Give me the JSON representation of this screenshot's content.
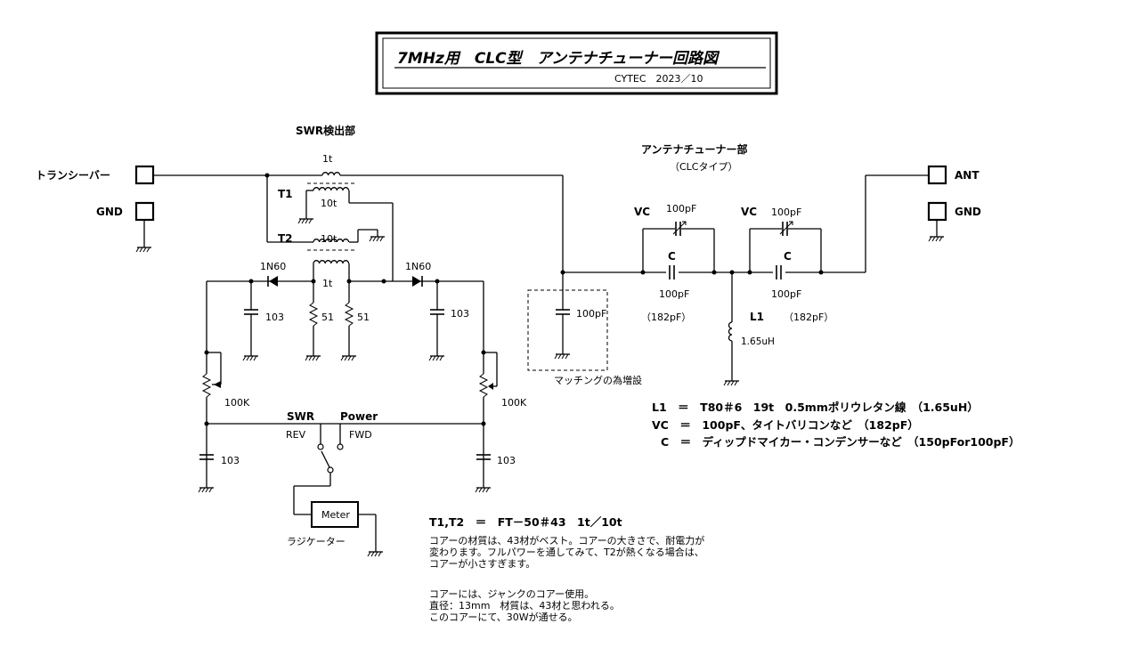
{
  "title": {
    "main": "7MHz用　CLC型　アンテナチューナー回路図",
    "author": "CYTEC　2023／10"
  },
  "sections": {
    "swr": "SWR検出部",
    "tuner": "アンテナチューナー部",
    "tuner_type": "（CLCタイプ）"
  },
  "terminals": {
    "transceiver": "トランシーバー",
    "gnd_left": "GND",
    "ant": "ANT",
    "gnd_right": "GND"
  },
  "swr_parts": {
    "t1": "T1",
    "t2": "T2",
    "turns_1t_top": "1t",
    "turns_10t_t1": "10t",
    "turns_10t_t2": "10t",
    "turns_1t_bottom": "1t",
    "diode_left": "1N60",
    "diode_right": "1N60",
    "cap_103_left": "103",
    "res_51_left": "51",
    "res_51_right": "51",
    "cap_103_right": "103",
    "pot_left": "100K",
    "pot_right": "100K",
    "cap_103_bl": "103",
    "cap_103_br": "103",
    "swr_switch": "SWR",
    "power_switch": "Power",
    "rev": "REV",
    "fwd": "FWD",
    "meter": "Meter",
    "radio_gauge": "ラジケーター"
  },
  "tuner_parts": {
    "vc1": "VC",
    "vc1_value": "100pF",
    "c1": "C",
    "c1_value": "100pF",
    "c1_total": "（182pF）",
    "vc2": "VC",
    "vc2_value": "100pF",
    "c2": "C",
    "c2_value": "100pF",
    "c2_total": "（182pF）",
    "l1": "L1",
    "l1_value": "1.65uH",
    "matching_cap": "100pF",
    "matching_note": "マッチングの為増設"
  },
  "specs": [
    "L1　＝　T80＃6　19t　0.5mmポリウレタン線　（1.65uH）",
    "VC　＝　100pF、タイトバリコンなど　（182pF）",
    "C　＝　ディップドマイカー・コンデンサーなど　（150pFor100pF）"
  ],
  "notes": {
    "toroid": "T1,T2　＝　FT－50＃43　1t／10t",
    "core_lines": [
      "コアーの材質は、43材がベスト。コアーの大きさで、耐電力が",
      "変わります。フルパワーを通してみて、T2が熱くなる場合は、",
      "コアーが小さすぎます。"
    ],
    "junk_lines": [
      "コアーには、ジャンクのコアー使用。",
      "直径：13mm　材質は、43材と思われる。",
      "このコアーにて、30Wが通せる。"
    ]
  }
}
